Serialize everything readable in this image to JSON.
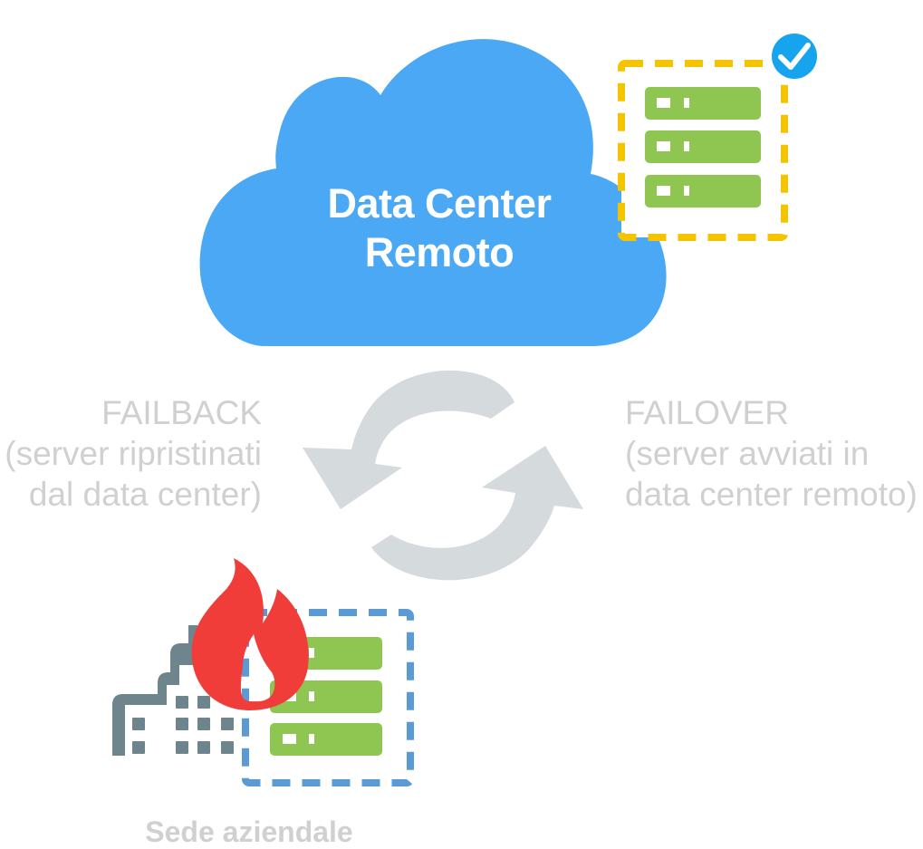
{
  "cloud": {
    "title_line1": "Data Center",
    "title_line2": "Remoto"
  },
  "failback": {
    "label": "FAILBACK",
    "line2": "(server ripristinati",
    "line3": "dal data center)"
  },
  "failover": {
    "label": "FAILOVER",
    "line2": "(server avviati in",
    "line3": "data center remoto)"
  },
  "site": {
    "label": "Sede aziendale"
  },
  "icons": {
    "cloud": "cloud-icon",
    "remote_servers": "server-stack-icon",
    "status": "check-badge-icon",
    "sync": "sync-arrows-icon",
    "building": "office-building-icon",
    "fire": "fire-icon",
    "local_servers": "server-stack-icon"
  },
  "colors": {
    "cloud": "#4aa8f4",
    "server": "#8fc551",
    "remote_frame": "#f5c400",
    "local_frame": "#5a9bd6",
    "check_badge": "#17a4ee",
    "sync_arrows": "#d5dadd",
    "building": "#6e858e",
    "fire": "#f03d3a",
    "muted_text": "#d0d0d0"
  }
}
